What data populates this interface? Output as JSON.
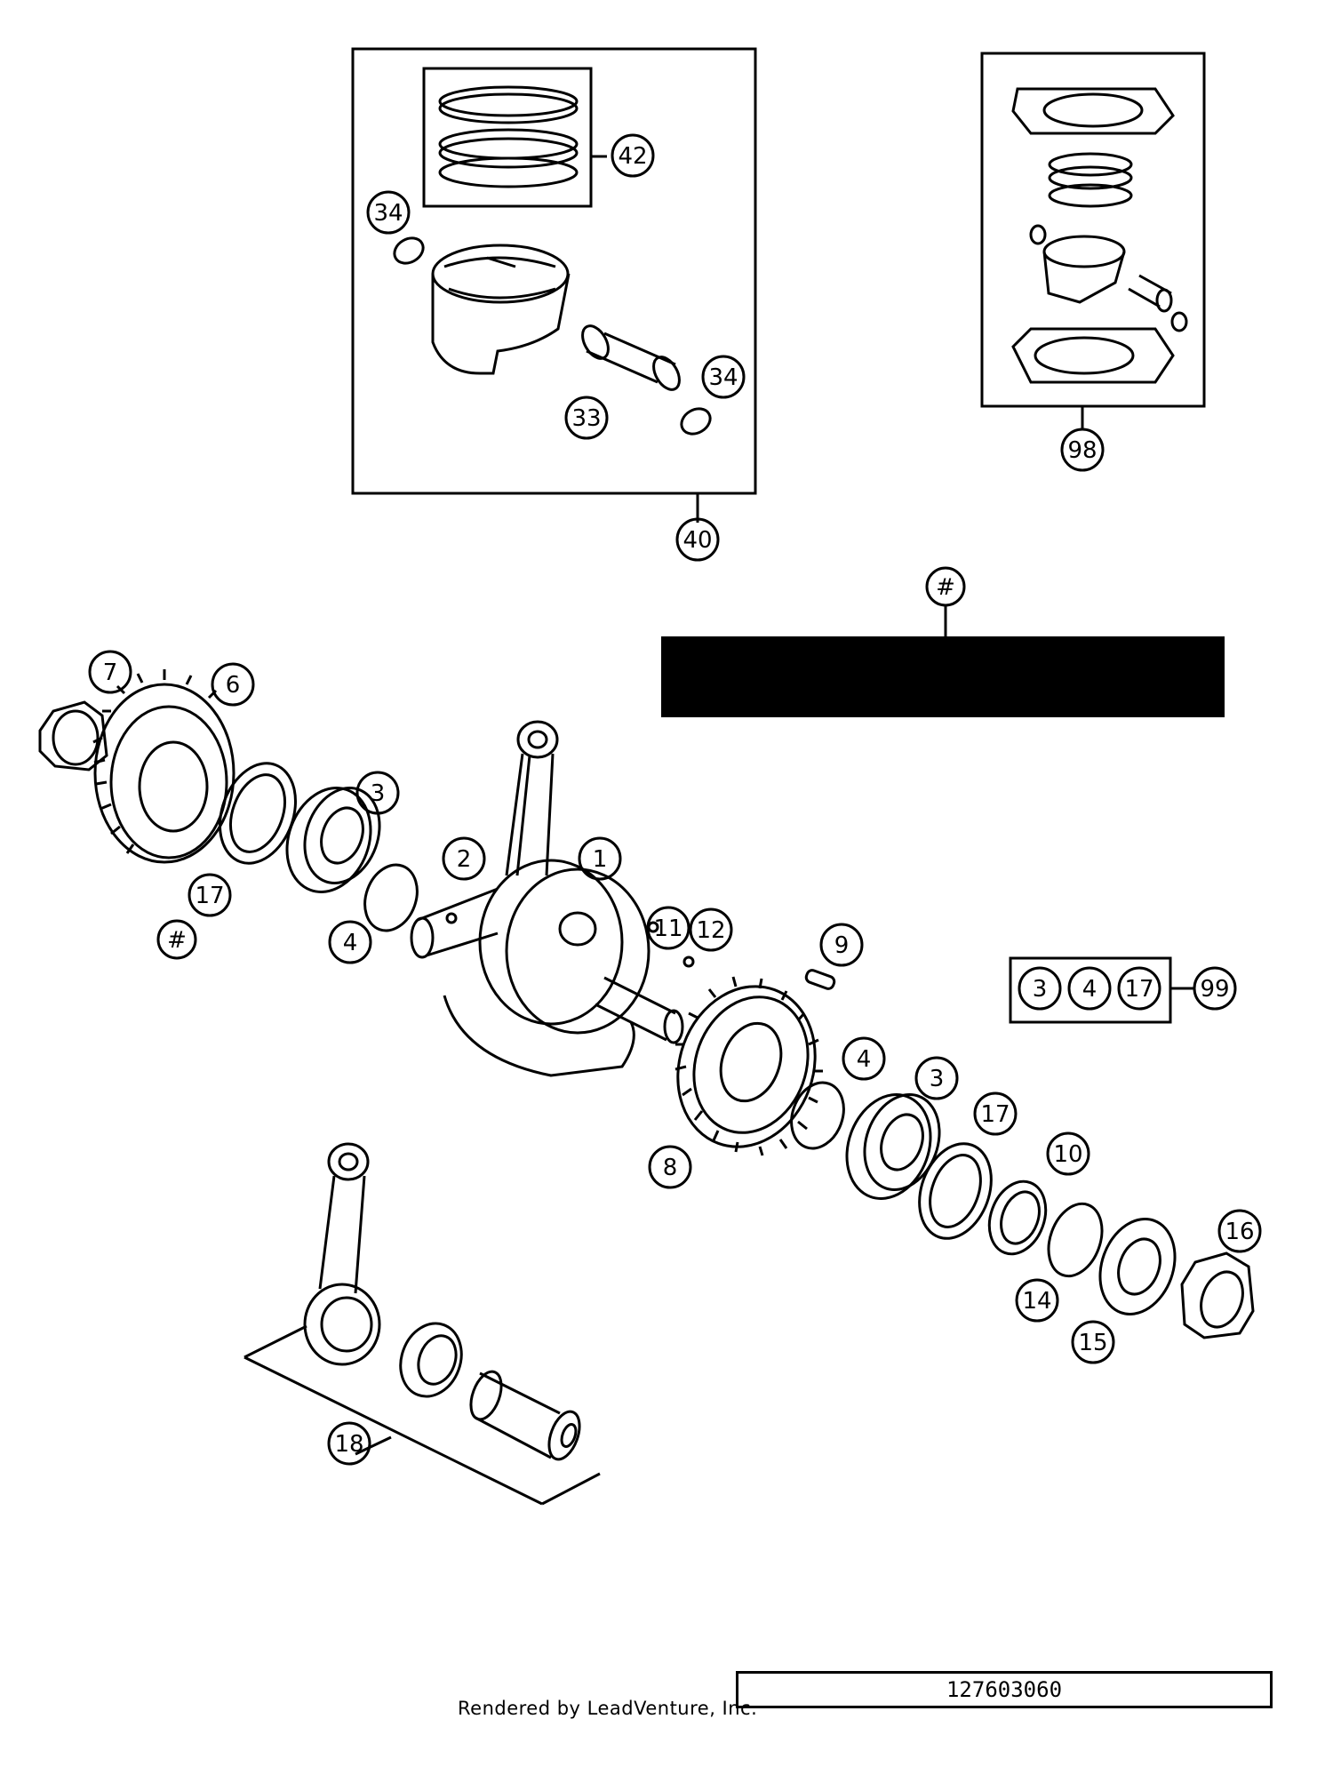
{
  "callouts": {
    "c1": "1",
    "c2": "2",
    "c3a": "3",
    "c3b": "3",
    "c4a": "4",
    "c4b": "4",
    "c6": "6",
    "c7": "7",
    "c8": "8",
    "c9": "9",
    "c10": "10",
    "c11": "11",
    "c12": "12",
    "c14": "14",
    "c15": "15",
    "c16": "16",
    "c17a": "17",
    "c17b": "17",
    "c18": "18",
    "c33": "33",
    "c34a": "34",
    "c34b": "34",
    "c40": "40",
    "c42": "42",
    "c98": "98",
    "c99": "99",
    "hashA": "#",
    "hashB": "#"
  },
  "kit99": {
    "items": [
      "3",
      "4",
      "17"
    ]
  },
  "footer": {
    "credit": "Rendered by LeadVenture, Inc.",
    "drawing_number": "127603060"
  }
}
